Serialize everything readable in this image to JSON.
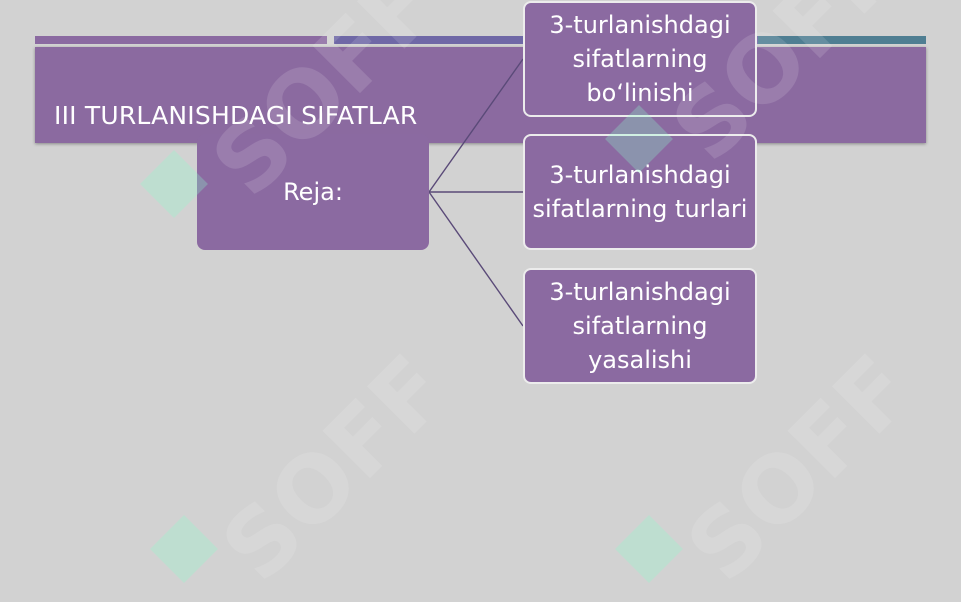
{
  "slide": {
    "title": "III TURLANISHDAGI SIFATLAR"
  },
  "diagram": {
    "root": "Reja:",
    "children": [
      "3-turlanishdagi sifatlarning bo‘linishi",
      "3-turlanishdagi sifatlarning turlari",
      "3-turlanishdagi sifatlarning yasalishi"
    ]
  },
  "watermark": {
    "text": "SOFF"
  },
  "colors": {
    "background": "#d2d2d2",
    "accent_purple": "#8b6aa1",
    "accent_blue": "#6f68a6",
    "accent_teal": "#4f7e92",
    "connector": "#5a4a78"
  }
}
